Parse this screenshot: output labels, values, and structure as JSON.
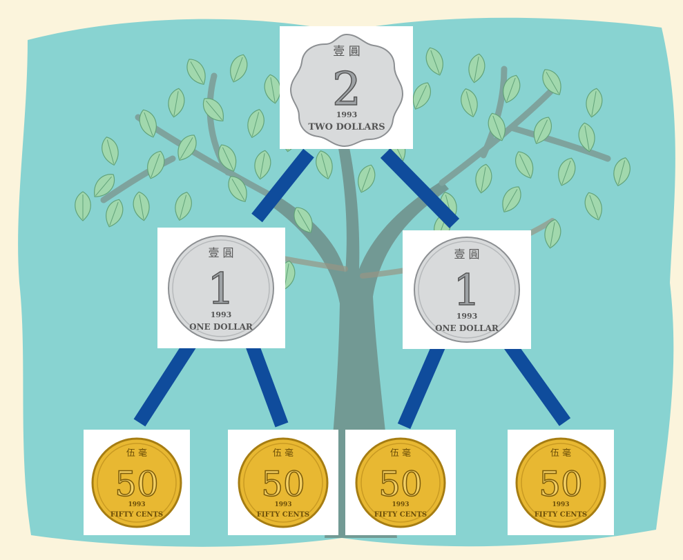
{
  "colors": {
    "page_background": "#fbf4dc",
    "panel": "#88d3d1",
    "connector": "#0f4c9c",
    "trunk": "#6f8f8a",
    "leaf": "#a6d9a7",
    "silver": "#d8dadb",
    "gold": "#e8b832"
  },
  "coins": {
    "two_dollar": {
      "denomination": "2",
      "year": "1993",
      "caption": "TWO DOLLARS",
      "mark": "壹 圓",
      "icon": "hong-kong-two-dollar-coin"
    },
    "one_dollar": {
      "denomination": "1",
      "year": "1993",
      "caption": "ONE DOLLAR",
      "mark": "壹 圓",
      "icon": "hong-kong-one-dollar-coin"
    },
    "fifty_cents": {
      "denomination": "50",
      "year": "1993",
      "caption": "FIFTY CENTS",
      "mark": "伍 毫",
      "icon": "hong-kong-fifty-cent-coin"
    }
  },
  "tree": {
    "root": "two_dollar",
    "children": [
      {
        "coin": "one_dollar",
        "children": [
          "fifty_cents",
          "fifty_cents"
        ]
      },
      {
        "coin": "one_dollar",
        "children": [
          "fifty_cents",
          "fifty_cents"
        ]
      }
    ]
  }
}
